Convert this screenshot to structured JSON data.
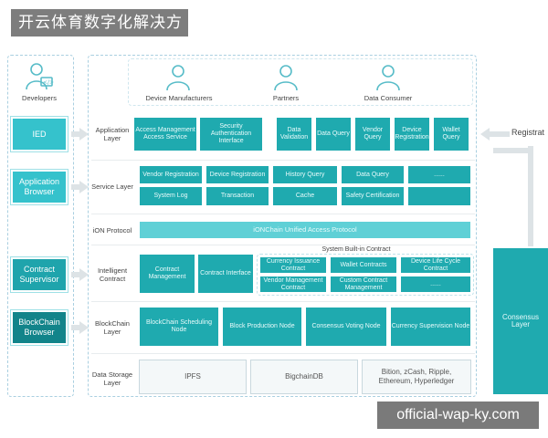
{
  "title": "开云体育数字化解决方案",
  "watermark": "official-wap-ky.com",
  "actors": {
    "developers": "Developers",
    "device_manufacturers": "Device Manufacturers",
    "partners": "Partners",
    "data_consumer": "Data Consumer"
  },
  "left_boxes": {
    "ied": "IED",
    "app_browser": "Application Browser",
    "contract_supervisor": "Contract Supervisor",
    "blockchain_browser": "BlockChain Browser"
  },
  "layers": {
    "application": "Application Layer",
    "service": "Service Layer",
    "ion_protocol": "iON Protocol",
    "intelligent_contract": "Intelligent Contract",
    "blockchain": "BlockChain Layer",
    "data_storage": "Data Storage Layer"
  },
  "application_cells": [
    "Access Management Access Service",
    "Security Authentication Interface",
    "Data Validation",
    "Data Query",
    "Vendor Query",
    "Device Registration",
    "Wallet Query"
  ],
  "service_cells": {
    "row1": [
      "Vendor Registration",
      "Device Registration",
      "History Query",
      "Data Query",
      "......"
    ],
    "row2": [
      "System Log",
      "Transaction",
      "Cache",
      "Safety Certification"
    ]
  },
  "ion_protocol_text": "iONChain Unified Access Protocol",
  "contract": {
    "system_label": "System Built-in Contract",
    "left_cells": [
      "Contract Management",
      "Contract Interface"
    ],
    "builtin_row1": [
      "Currency Issuance Contract",
      "Wallet Contracts",
      "Device Life Cycle Contract"
    ],
    "builtin_row2": [
      "Vendor Management Contract",
      "Custom Contract Management",
      "......"
    ]
  },
  "blockchain_cells": [
    "BlockChain Scheduling Node",
    "Block Production Node",
    "Consensus Voting Node",
    "Currency Supervision Node"
  ],
  "storage_cells": [
    "IPFS",
    "BigchainDB",
    "Bition, zCash, Ripple, Ethereum, Hyperledger"
  ],
  "right_side": {
    "registration": "Registrat",
    "consensus": "Consensus Layer"
  }
}
